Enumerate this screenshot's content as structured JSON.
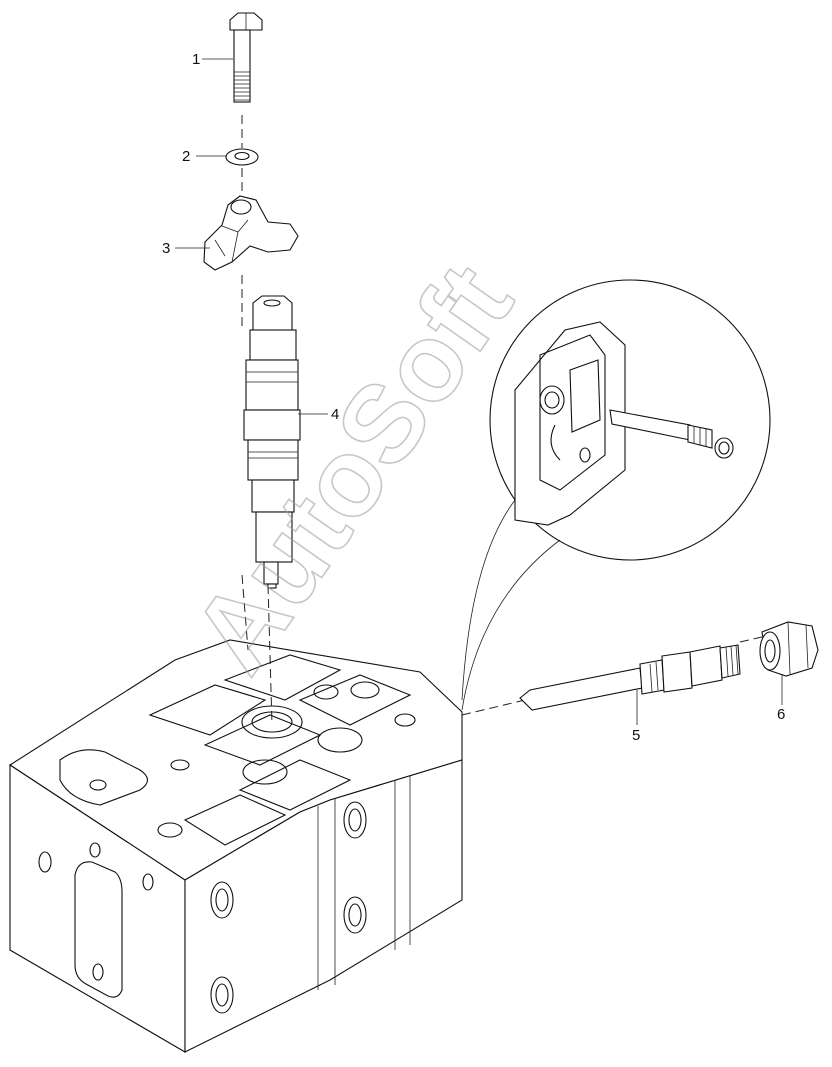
{
  "watermark": {
    "text": "AutoSoft"
  },
  "callouts": [
    {
      "id": "1",
      "label": "1"
    },
    {
      "id": "2",
      "label": "2"
    },
    {
      "id": "3",
      "label": "3"
    },
    {
      "id": "4",
      "label": "4"
    },
    {
      "id": "5",
      "label": "5"
    },
    {
      "id": "6",
      "label": "6"
    }
  ]
}
